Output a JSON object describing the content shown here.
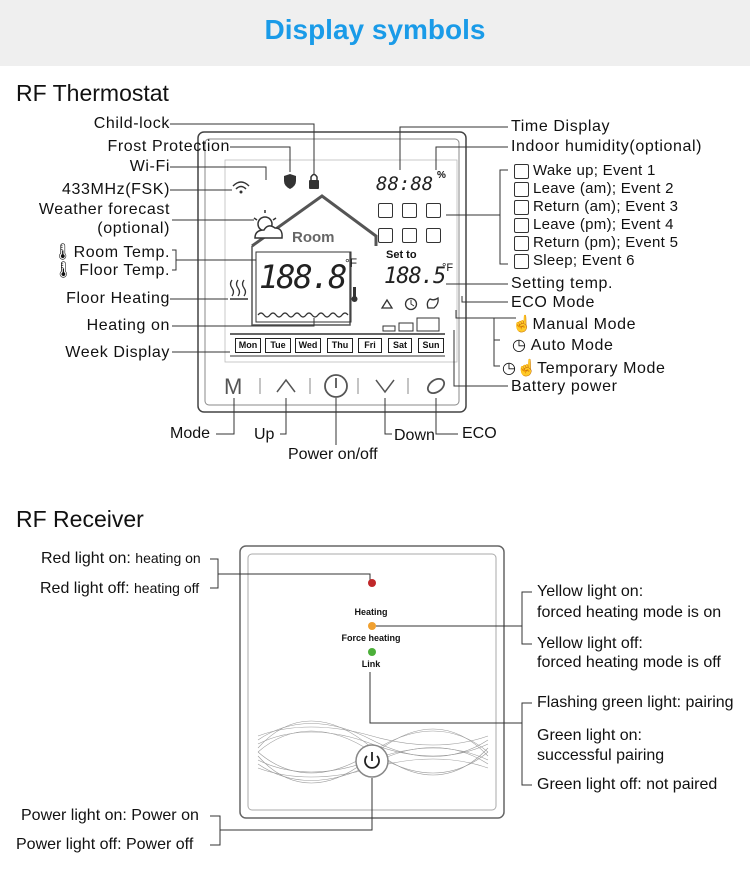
{
  "header": {
    "title": "Display symbols"
  },
  "thermostat": {
    "section_title": "RF Thermostat",
    "left_labels": {
      "child_lock": "Child-lock",
      "frost_protection": "Frost Protection",
      "wifi": "Wi-Fi",
      "rf433": "433MHz(FSK)",
      "weather": "Weather forecast",
      "weather_optional": "(optional)",
      "room_temp": "Room Temp.",
      "floor_temp": "Floor Temp.",
      "floor_heating": "Floor Heating",
      "heating_on": "Heating on",
      "week_display": "Week Display"
    },
    "right_labels": {
      "time_display": "Time Display",
      "indoor_humidity": "Indoor humidity(optional)",
      "events": [
        "Wake up; Event 1",
        "Leave (am); Event 2",
        "Return (am); Event 3",
        "Leave (pm); Event 4",
        "Return (pm); Event 5",
        "Sleep; Event 6"
      ],
      "setting_temp": "Setting temp.",
      "eco_mode": "ECO Mode",
      "manual_mode": "Manual Mode",
      "auto_mode": "Auto Mode",
      "temporary_mode": "Temporary Mode",
      "battery_power": "Battery power"
    },
    "bottom_labels": {
      "mode": "Mode",
      "up": "Up",
      "power": "Power on/off",
      "down": "Down",
      "eco": "ECO"
    },
    "screen": {
      "room_text": "Room",
      "set_to_text": "Set to",
      "time_digits": "88:88",
      "main_digits": "188.8",
      "main_unit": "°F",
      "set_digits": "188.5",
      "set_unit": "°F",
      "days": [
        "Mon",
        "Tue",
        "Wed",
        "Thu",
        "Fri",
        "Sat",
        "Sun"
      ],
      "humidity_symbol": "%"
    },
    "buttons": {
      "mode_glyph": "M"
    }
  },
  "receiver": {
    "section_title": "RF Receiver",
    "leds": [
      {
        "label": "Heating",
        "color": "#c0282a"
      },
      {
        "label": "Force heating",
        "color": "#f0a030"
      },
      {
        "label": "Link",
        "color": "#4caf3a"
      }
    ],
    "left_labels": {
      "red_on_a": "Red light on:",
      "red_on_b": "heating on",
      "red_off_a": "Red light off:",
      "red_off_b": "heating off",
      "power_on": "Power light on: Power on",
      "power_off": "Power light off: Power off"
    },
    "right_labels": {
      "yellow_on_1": "Yellow light on:",
      "yellow_on_2": "forced heating mode is on",
      "yellow_off_1": "Yellow light off:",
      "yellow_off_2": "forced heating mode is off",
      "green_flash": "Flashing green light: pairing",
      "green_on_1": "Green light on:",
      "green_on_2": "successful pairing",
      "green_off": "Green light off: not paired"
    }
  },
  "colors": {
    "accent": "#1a9be8",
    "header_bg": "#efefef"
  }
}
